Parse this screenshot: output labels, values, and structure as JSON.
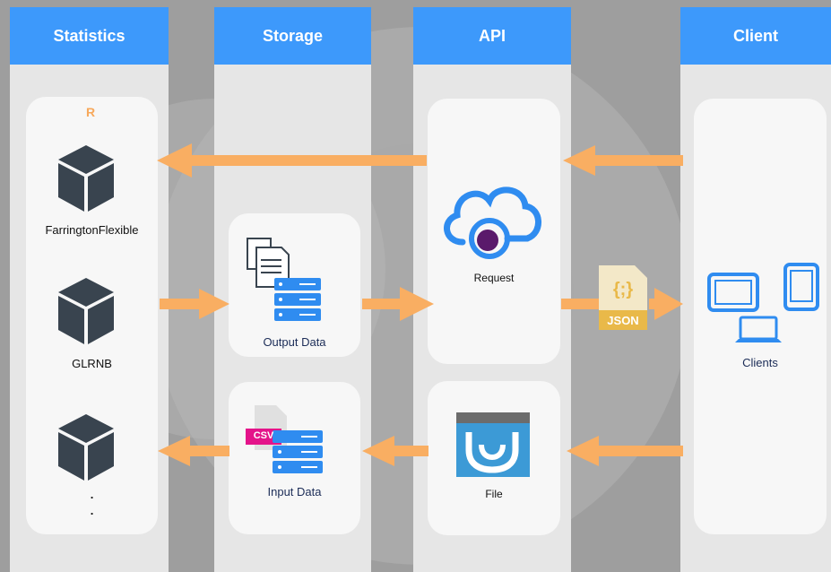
{
  "columns": {
    "statistics": "Statistics",
    "storage": "Storage",
    "api": "API",
    "client": "Client"
  },
  "statistics": {
    "language_label": "R",
    "model_1": "FarringtonFlexible",
    "model_2": "GLRNB",
    "model_3_dot_1": ".",
    "model_3_dot_2": "."
  },
  "storage": {
    "output_label": "Output Data",
    "input_label": "Input Data",
    "csv_badge": "CSV"
  },
  "api": {
    "request_label": "Request",
    "file_label": "File",
    "json_badge": "JSON",
    "json_braces": "{;}"
  },
  "client": {
    "clients_label": "Clients"
  },
  "colors": {
    "header_blue": "#3d99fb",
    "arrow_orange": "#f9ae62",
    "cube_dark": "#39444f",
    "device_blue": "#2f8cf0",
    "cloud_blue": "#2f8cf0",
    "node_purple": "#5a1a6b",
    "csv_pink": "#e4138a",
    "json_gold": "#e9b949",
    "file_icon_blue": "#3c9ad6"
  }
}
